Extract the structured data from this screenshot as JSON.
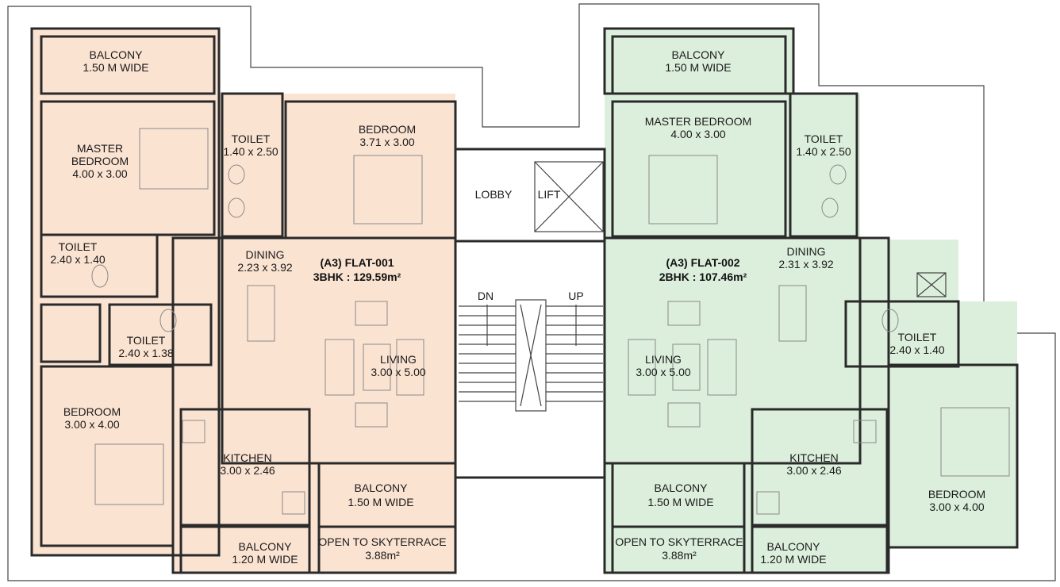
{
  "colors": {
    "flat_001_fill": "#fbe3d2",
    "flat_002_fill": "#dcefdc",
    "wall": "#2a2a2a",
    "furniture": "#8a8a8a"
  },
  "flat_001": {
    "title": "(A3) FLAT-001",
    "subtitle": "3BHK : 129.59m²",
    "rooms": [
      {
        "name": "BALCONY",
        "dims": "1.50 M WIDE"
      },
      {
        "name": "MASTER BEDROOM",
        "line1": "MASTER",
        "line2": "BEDROOM",
        "dims": "4.00 x 3.00"
      },
      {
        "name": "TOILET",
        "dims": "1.40 x 2.50"
      },
      {
        "name": "BEDROOM",
        "dims": "3.71 x 3.00"
      },
      {
        "name": "TOILET",
        "dims": "2.40 x 1.40"
      },
      {
        "name": "DINING",
        "dims": "2.23 x 3.92"
      },
      {
        "name": "TOILET",
        "dims": "2.40 x 1.38"
      },
      {
        "name": "LIVING",
        "dims": "3.00 x 5.00"
      },
      {
        "name": "BEDROOM",
        "dims": "3.00 x 4.00"
      },
      {
        "name": "KITCHEN",
        "dims": "3.00 x 2.46"
      },
      {
        "name": "BALCONY",
        "dims": "1.50 M WIDE"
      },
      {
        "name": "BALCONY",
        "dims": "1.20 M WIDE"
      },
      {
        "name": "OPEN TO SKYTERRACE",
        "dims": "3.88m²"
      }
    ]
  },
  "flat_002": {
    "title": "(A3) FLAT-002",
    "subtitle": "2BHK : 107.46m²",
    "rooms": [
      {
        "name": "BALCONY",
        "dims": "1.50 M WIDE"
      },
      {
        "name": "MASTER BEDROOM",
        "dims": "4.00 x 3.00"
      },
      {
        "name": "TOILET",
        "dims": "1.40 x 2.50"
      },
      {
        "name": "DINING",
        "dims": "2.31 x 3.92"
      },
      {
        "name": "LIVING",
        "dims": "3.00 x 5.00"
      },
      {
        "name": "TOILET",
        "dims": "2.40 x 1.40"
      },
      {
        "name": "KITCHEN",
        "dims": "3.00 x 2.46"
      },
      {
        "name": "BEDROOM",
        "dims": "3.00 x 4.00"
      },
      {
        "name": "BALCONY",
        "dims": "1.50 M WIDE"
      },
      {
        "name": "OPEN TO SKYTERRACE",
        "dims": "3.88m²"
      },
      {
        "name": "BALCONY",
        "dims": "1.20 M WIDE"
      }
    ]
  },
  "core": {
    "lobby": "LOBBY",
    "lift": "LIFT",
    "stairs_down": "DN",
    "stairs_up": "UP"
  }
}
